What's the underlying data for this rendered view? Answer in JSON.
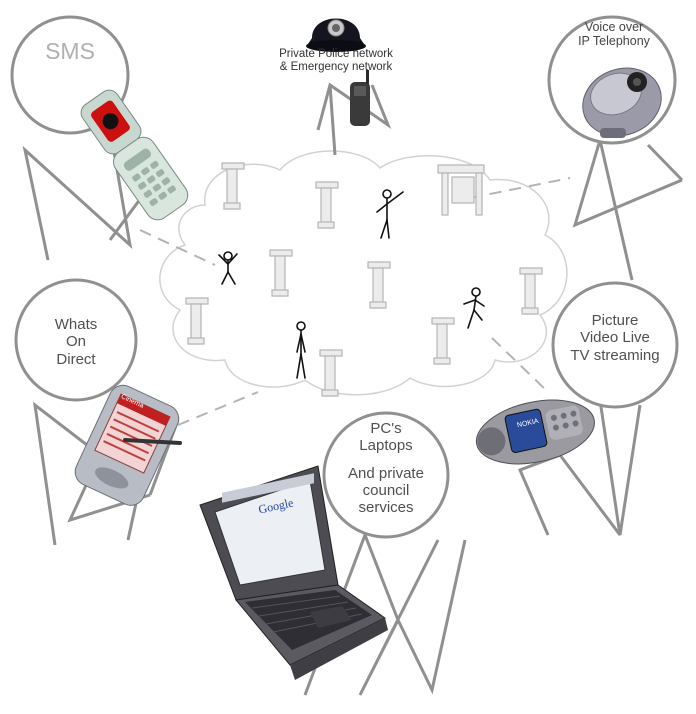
{
  "labels": {
    "sms": "SMS",
    "police": [
      "Private Police network",
      "& Emergency network"
    ],
    "voip": [
      "Voice over",
      "IP Telephony"
    ],
    "whats_on": [
      "Whats",
      "On",
      "Direct"
    ],
    "picture": [
      "Picture",
      "Video Live",
      "TV streaming"
    ],
    "pc": [
      "PC's",
      "Laptops",
      "And private",
      "council",
      "services"
    ]
  },
  "device_text": {
    "google": "Google",
    "cinema": "Cinema",
    "nokia": "NOKIA"
  },
  "colors": {
    "line": "#9a9a9a",
    "cloud": "#cfcfcf",
    "kiosk": "#b8b8b8",
    "text": "#505050"
  }
}
